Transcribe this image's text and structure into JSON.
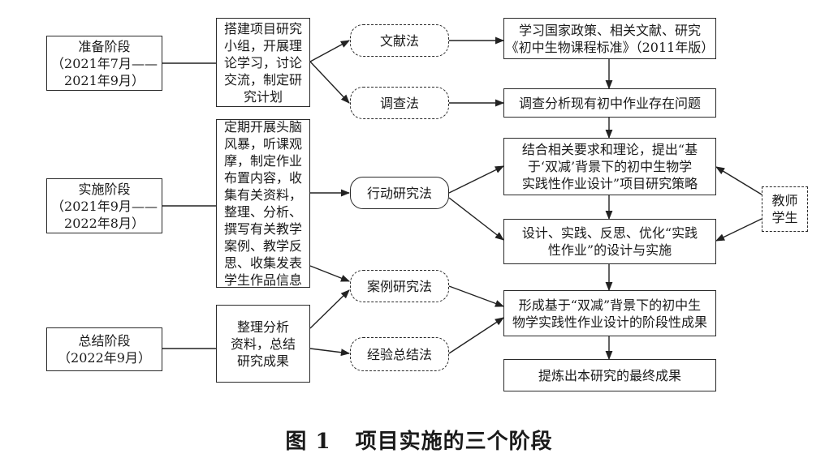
{
  "stages": [
    {
      "name": "准备阶段",
      "period": "（2021年7月——",
      "period_end": "2021年9月）"
    },
    {
      "name": "实施阶段",
      "period": "（2021年9月——",
      "period_end": "2022年8月）"
    },
    {
      "name": "总结阶段",
      "period": "（2022年9月）",
      "period_end": ""
    }
  ],
  "activities": [
    [
      "搭建项目研究",
      "小组，开展理",
      "论学习，讨论",
      "交流，制定研",
      "究计划"
    ],
    [
      "定期开展头脑",
      "风暴，听课观",
      "摩，制定作业",
      "布置内容，收",
      "集有关资料，",
      "整理、分析、",
      "撰写有关教学",
      "案例、教学反",
      "思、收集发表",
      "学生作品信息"
    ],
    [
      "整理分析",
      "资料，总结",
      "研究成果"
    ]
  ],
  "methods": [
    "文献法",
    "调查法",
    "行动研究法",
    "案例研究法",
    "经验总结法"
  ],
  "outcomes": [
    [
      "学习国家政策、相关文献、研究",
      "《初中生物课程标准》（2011年版）"
    ],
    [
      "调查分析现有初中作业存在问题"
    ],
    [
      "结合相关要求和理论，提出“基",
      "于‘双减’背景下的初中生物学",
      "实践性作业设计”项目研究策略"
    ],
    [
      "设计、实践、反思、优化“实践",
      "性作业”的设计与实施"
    ],
    [
      "形成基于“双减”背景下的初中生",
      "物学实践性作业设计的阶段性成果"
    ],
    [
      "提炼出本研究的最终成果"
    ]
  ],
  "participants": [
    "教师",
    "学生"
  ],
  "caption": {
    "number": "图 1",
    "title": "项目实施的三个阶段"
  }
}
